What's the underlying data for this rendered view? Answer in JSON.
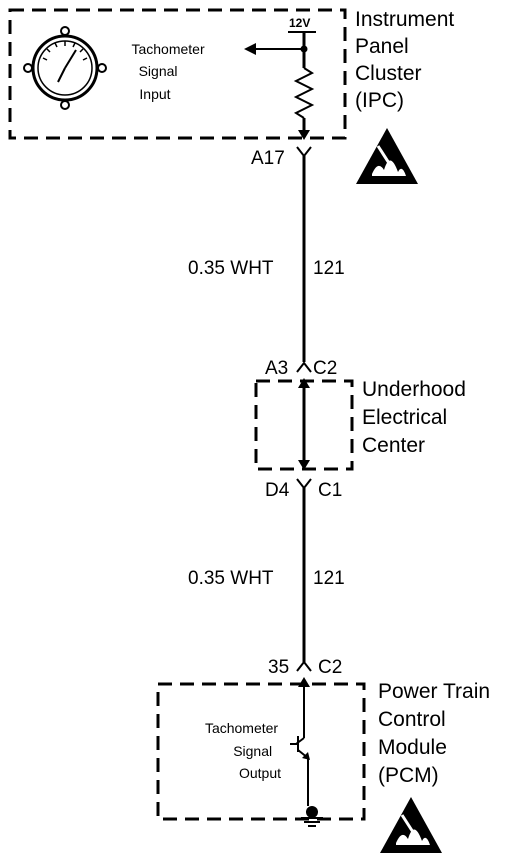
{
  "ipc": {
    "name_lines": [
      "Instrument",
      "Panel",
      "Cluster",
      "(IPC)"
    ],
    "signal_lines": [
      "Tachometer",
      "Signal",
      "Input"
    ],
    "voltage": "12V",
    "pin": "A17"
  },
  "wire_top": {
    "gauge": "0.35 WHT",
    "circuit": "121"
  },
  "uec": {
    "name_lines": [
      "Underhood",
      "Electrical",
      "Center"
    ],
    "pin_in": "A3",
    "conn_in": "C2",
    "pin_out": "D4",
    "conn_out": "C1"
  },
  "wire_bottom": {
    "gauge": "0.35 WHT",
    "circuit": "121"
  },
  "pcm": {
    "name_lines": [
      "Power Train",
      "Control",
      "Module",
      "(PCM)"
    ],
    "signal_lines": [
      "Tachometer",
      "Signal",
      "Output"
    ],
    "pin": "35",
    "conn": "C2"
  }
}
